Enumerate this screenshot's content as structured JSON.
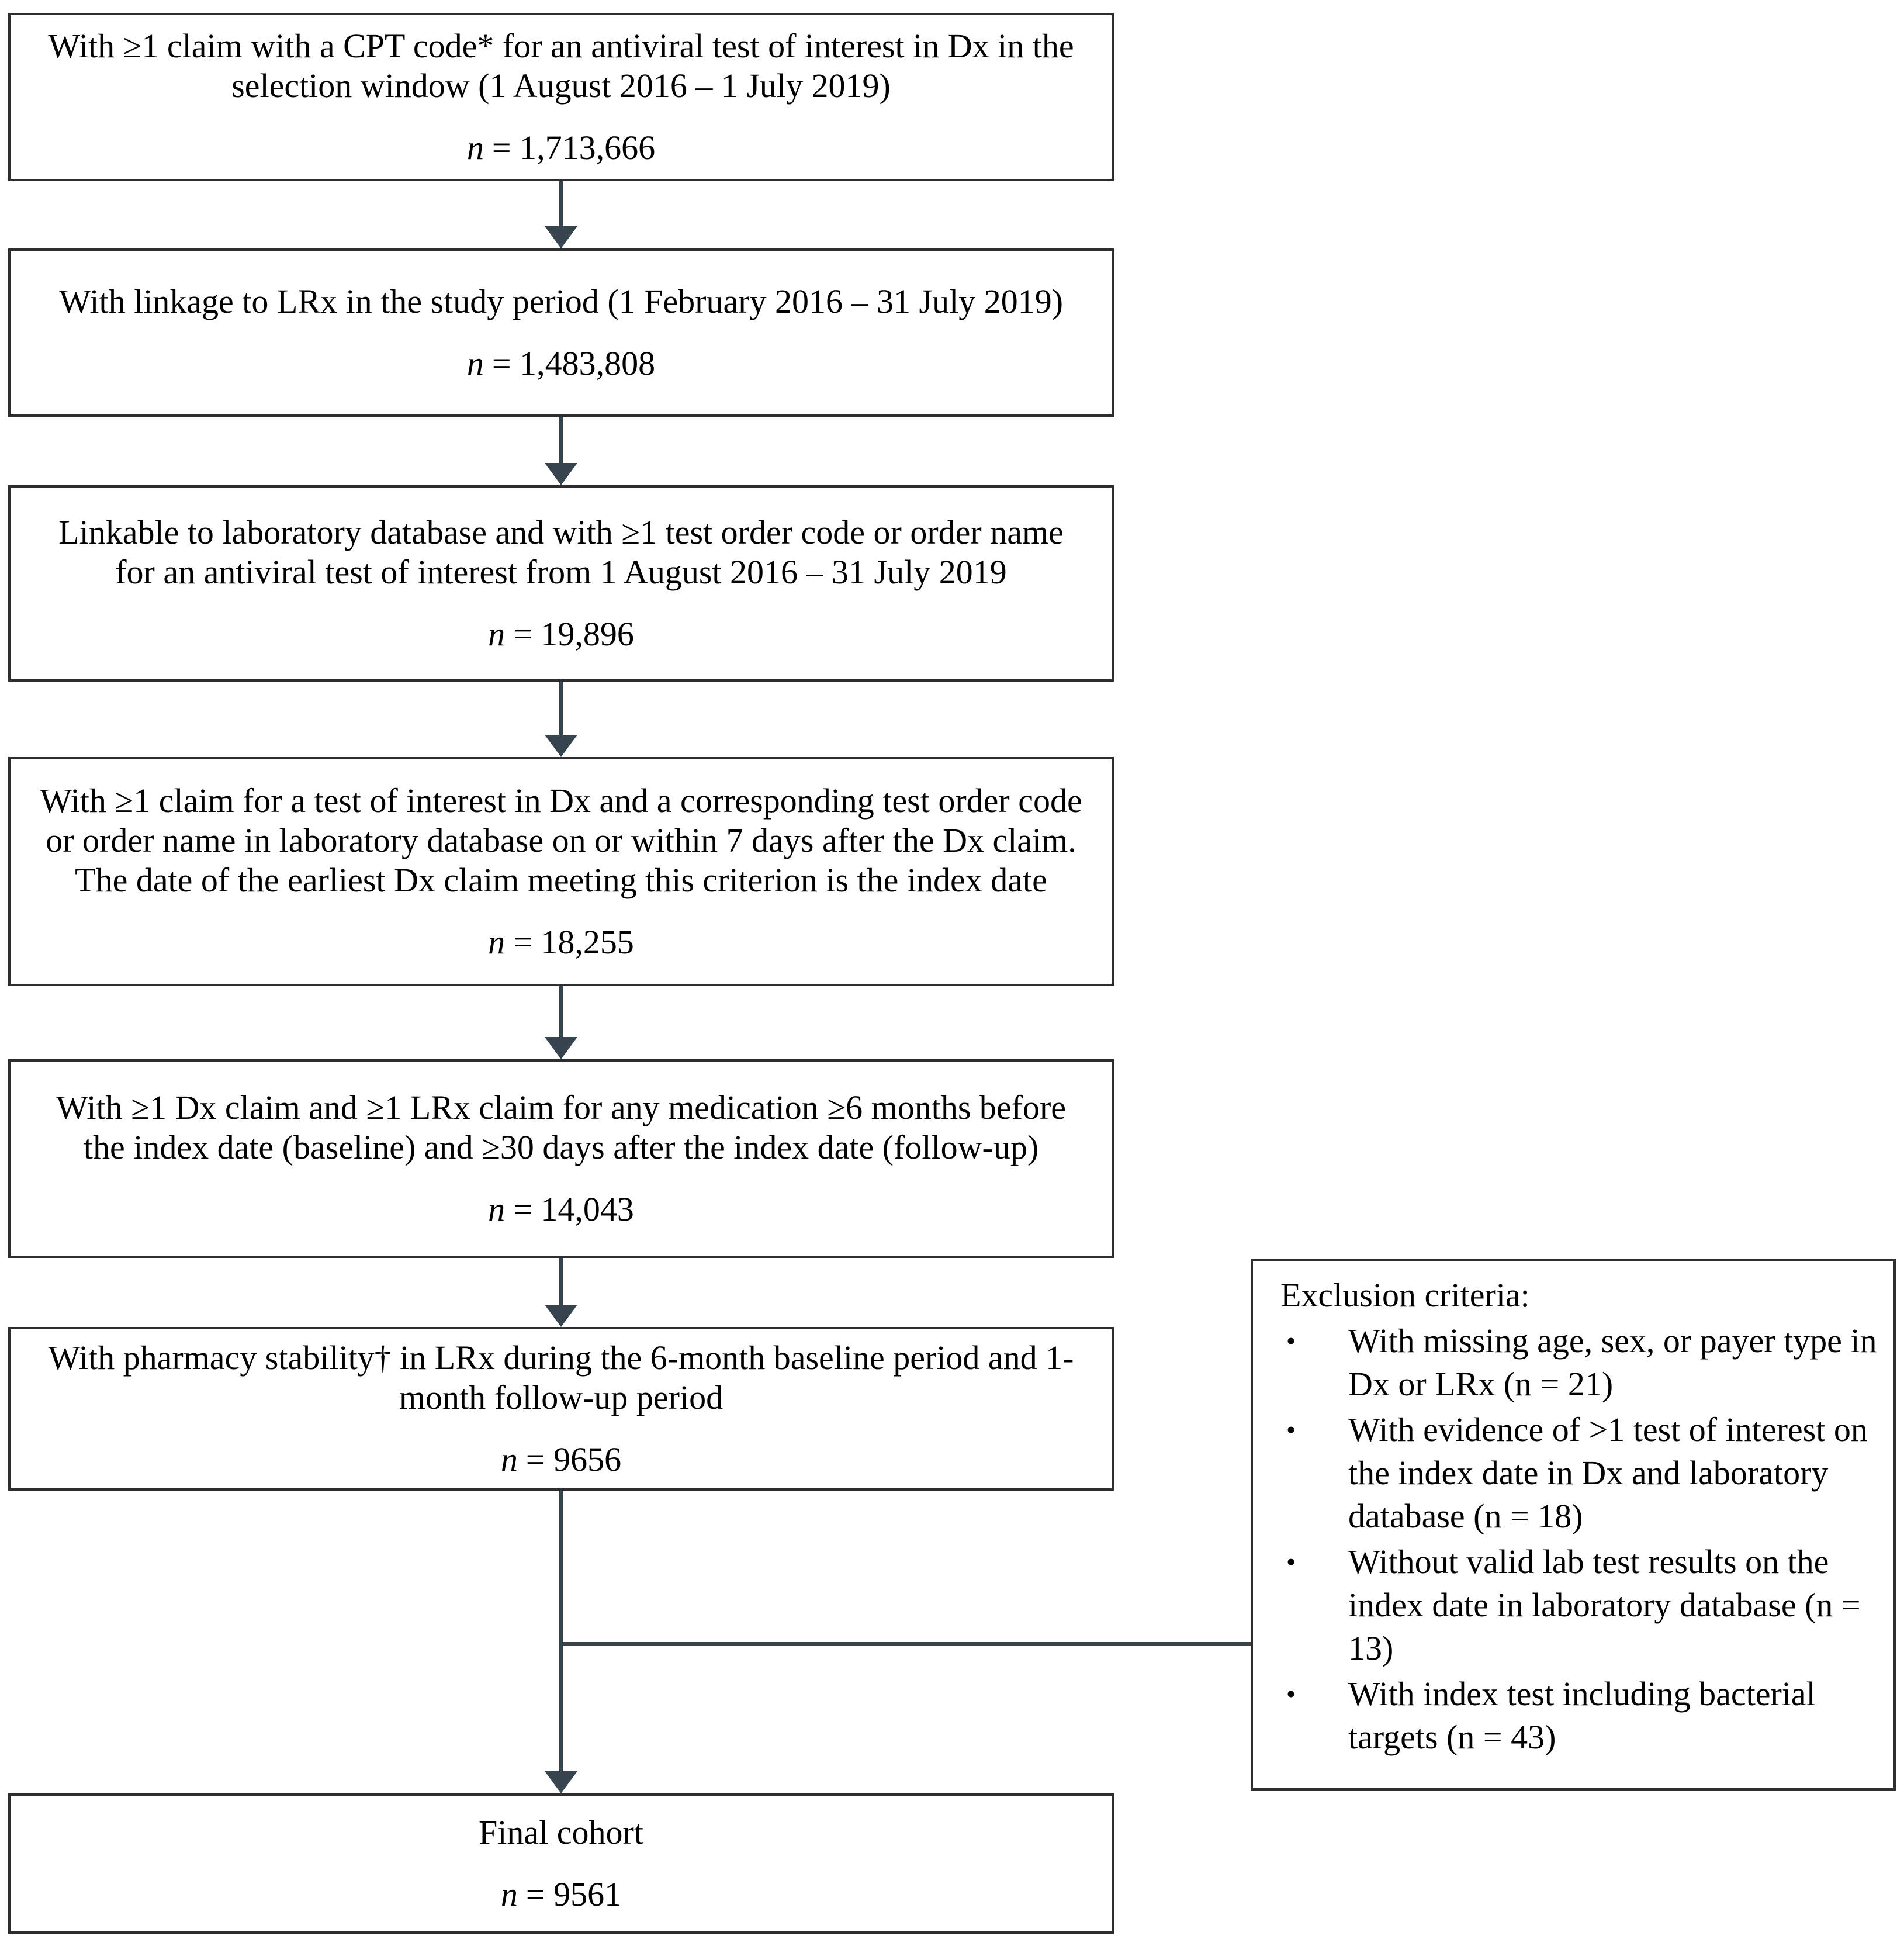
{
  "figure": {
    "n_symbol": "n",
    "arrow_color": "#36444e",
    "border_color": "#2e2e2e",
    "boxes": [
      {
        "text": "With ≥1 claim with a CPT code* for an antiviral test of interest in Dx in the selection window (1 August 2016 – 1 July 2019)",
        "n_rest": "= 1,713,666"
      },
      {
        "text": "With linkage to LRx in the study period (1 February 2016 – 31 July 2019)",
        "n_rest": "= 1,483,808"
      },
      {
        "text": "Linkable to laboratory database and with ≥1 test order code or order name for an antiviral test of interest from 1 August 2016 – 31 July 2019",
        "n_rest": "= 19,896"
      },
      {
        "text": "With ≥1 claim for a test of interest in Dx and a corresponding test order code or order name in laboratory database on or within 7 days after the Dx claim. The date of the earliest Dx claim meeting this criterion is the index date",
        "n_rest": "= 18,255"
      },
      {
        "text": "With ≥1 Dx claim and ≥1 LRx claim for any medication ≥6 months before the index date (baseline) and ≥30 days after the index date (follow-up)",
        "n_rest": "= 14,043"
      },
      {
        "text": "With pharmacy stability† in LRx during the 6-month baseline period and 1-month follow-up period",
        "n_rest": "= 9656"
      },
      {
        "text": "Final cohort",
        "n_rest": "= 9561"
      }
    ],
    "exclusion": {
      "title": "Exclusion criteria:",
      "bullet": "•",
      "items": [
        "With missing age, sex, or payer type in Dx or LRx (n = 21)",
        "With evidence of >1 test of interest on the index date in Dx and laboratory database (n = 18)",
        "Without valid lab test results on the index date in laboratory database (n = 13)",
        "With index test including bacterial targets (n = 43)"
      ]
    }
  }
}
